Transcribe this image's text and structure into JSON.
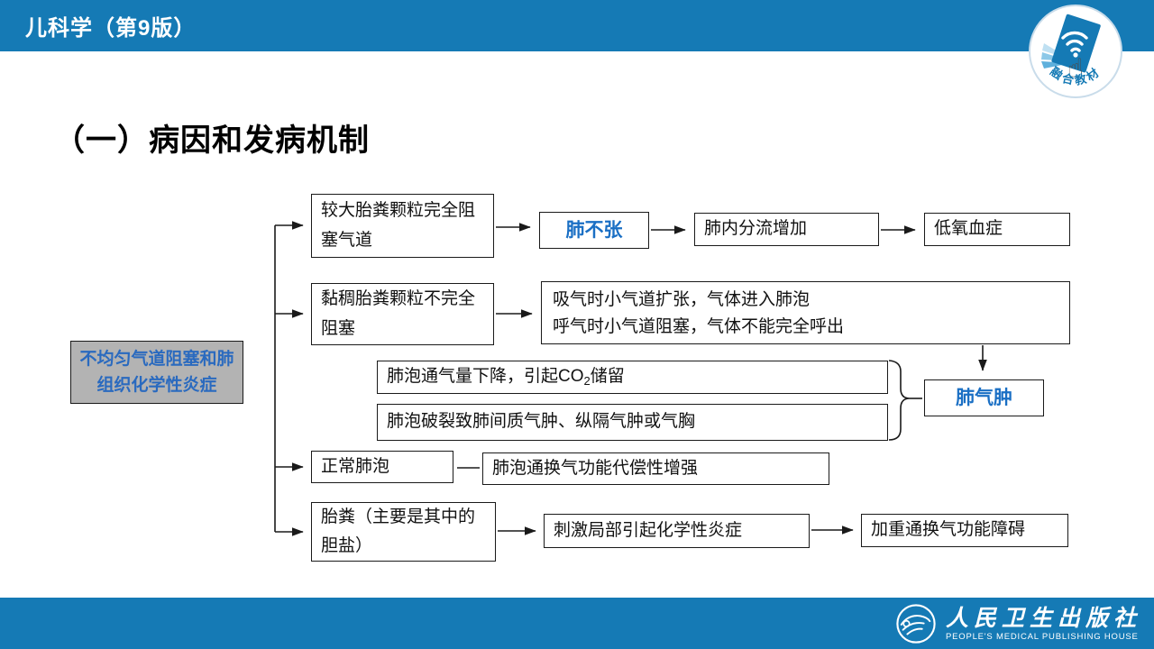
{
  "header": {
    "title": "儿科学（第9版）",
    "badge_label": "融合教材"
  },
  "slide": {
    "title": "（一）病因和发病机制"
  },
  "flowchart": {
    "trigger": "不均匀气道阻塞和肺组织化学性炎症",
    "row1": {
      "cause": "较大胎粪颗粒完全阻塞气道",
      "result1": "肺不张",
      "result2": "肺内分流增加",
      "result3": "低氧血症"
    },
    "row2": {
      "cause": "黏稠胎粪颗粒不完全阻塞",
      "effect_line1": "吸气时小气道扩张，气体进入肺泡",
      "effect_line2": "呼气时小气道阻塞，气体不能完全呼出"
    },
    "row3": {
      "effect1_prefix": "肺泡通气量下降，引起CO",
      "effect1_sub": "2",
      "effect1_suffix": "储留",
      "effect2": "肺泡破裂致肺间质气肿、纵隔气肿或气胸",
      "result": "肺气肿"
    },
    "row4": {
      "cause": "正常肺泡",
      "effect": "肺泡通换气功能代偿性增强"
    },
    "row5": {
      "cause": "胎粪（主要是其中的胆盐）",
      "effect": "刺激局部引起化学性炎症",
      "result": "加重通换气功能障碍"
    }
  },
  "footer": {
    "publisher_cn": "人民卫生出版社",
    "publisher_en": "PEOPLE'S MEDICAL PUBLISHING HOUSE"
  },
  "colors": {
    "brand_blue": "#157ab5",
    "accent_text_blue": "#1a6fc4",
    "trigger_bg": "#b3b3b3"
  }
}
